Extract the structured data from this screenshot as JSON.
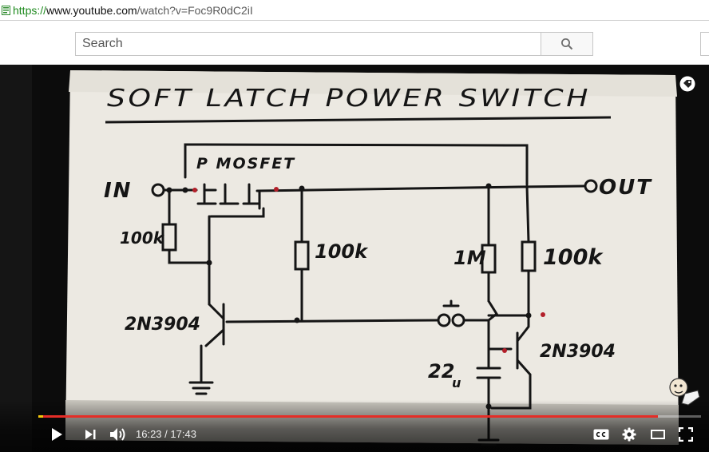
{
  "browser": {
    "url_scheme": "https://",
    "url_host": "www.youtube.com",
    "url_path": "/watch?v=Foc9R0dC2iI"
  },
  "masthead": {
    "search_placeholder": "Search",
    "search_icon": "search-icon"
  },
  "video": {
    "whiteboard": {
      "title": "SOFT LATCH POWER SWITCH",
      "labels": {
        "mosfet": "P MOSFET",
        "in": "IN",
        "out": "OUT",
        "r_in": "100k",
        "r_gate": "100k",
        "r_1m": "1M",
        "r_out": "100k",
        "q1": "2N3904",
        "q2": "2N3904",
        "cap": "22",
        "cap_unit": "u"
      }
    },
    "progress_fraction": 0.9346,
    "player": {
      "current_time": "16:23",
      "separator": " / ",
      "duration": "17:43",
      "accent_color": "#e52d27",
      "icons": [
        "play-icon",
        "next-icon",
        "volume-icon",
        "subtitles-icon",
        "settings-icon",
        "theater-icon",
        "fullscreen-icon"
      ]
    }
  }
}
